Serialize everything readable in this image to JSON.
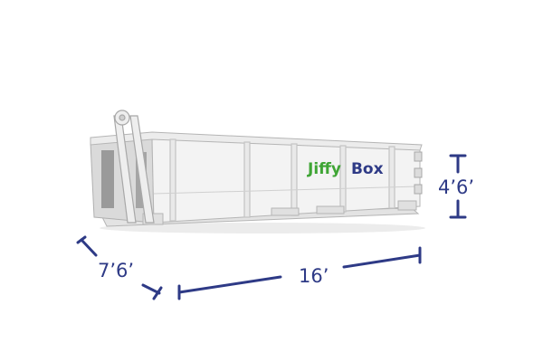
{
  "brand": {
    "word1": "Jiffy",
    "word2": "Box",
    "color1": "#3fa535",
    "color2": "#2e3a86"
  },
  "dimensions": {
    "length": "16’",
    "width": "7’6’",
    "height": "4’6’"
  },
  "colors": {
    "dimension_line": "#2e3a86",
    "container_body": "#f2f2f2",
    "container_shadow": "#d9d9d9",
    "container_outline": "#b5b5b5"
  }
}
